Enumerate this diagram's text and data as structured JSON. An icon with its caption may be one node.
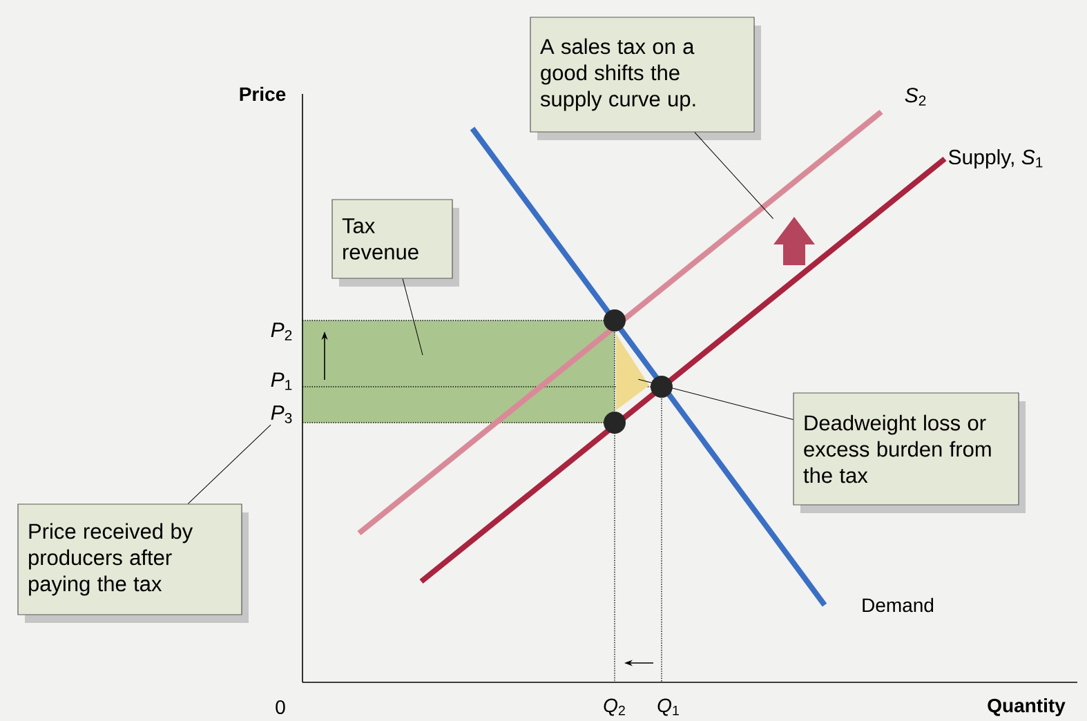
{
  "diagram": {
    "nodes": [
      {
        "text": [
          "A sales tax on a good shifts the supply curve up."
        ]
      },
      {
        "text": [
          "Tax revenue"
        ]
      },
      {
        "text": [
          "Deadweight loss or excess burden from the tax"
        ]
      },
      {
        "text": [
          "Price received by producers after paying the tax"
        ]
      },
      {
        "text": [
          "*P*$_{3}$"
        ]
      },
      {
        "text": [],
        "shape": "arrow"
      },
      {
        "text": [],
        "shape": "box"
      },
      {
        "text": [],
        "shape": "triangle"
      }
    ],
    "edges": [
      {
        "from": 0,
        "to": 5,
        "arrow": "none"
      },
      {
        "from": 1,
        "to": 6,
        "arrow": "none"
      },
      {
        "from": 2,
        "to": 7,
        "arrow": "none"
      },
      {
        "from": 3,
        "to": 4,
        "arrow": "none"
      }
    ],
    "labels": [
      "Price",
      "*S*$_{2}$",
      "Supply, *S*$_{1}$",
      "*P*$_{2}$",
      "*P*$_{1}$",
      "Demand",
      "0",
      "*Q*$_{2}$",
      "*Q*$_{1}$",
      "Quantity"
    ]
  }
}
